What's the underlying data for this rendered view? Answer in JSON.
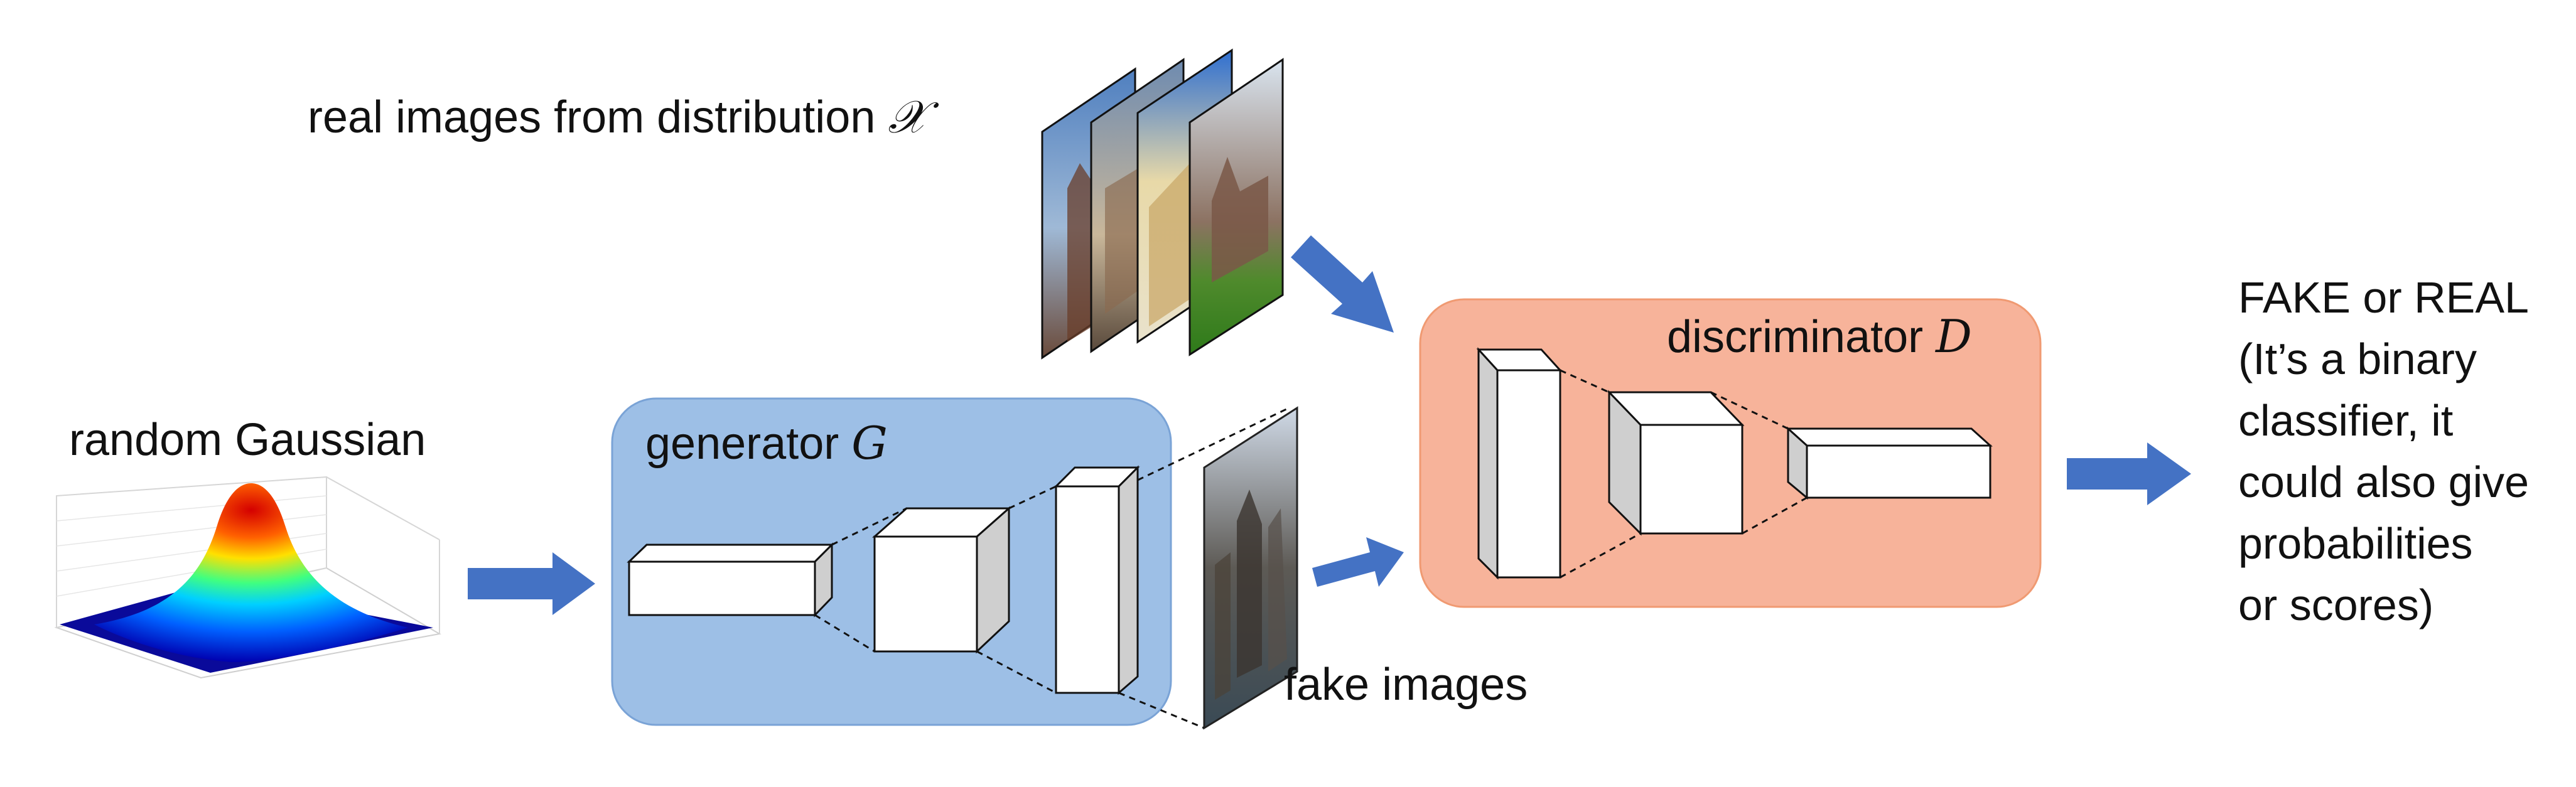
{
  "labels": {
    "real_images": "real images from distribution",
    "real_images_symbol": "𝒳",
    "random_gaussian": "random Gaussian",
    "generator": "generator",
    "generator_symbol": "G",
    "discriminator": "discriminator",
    "discriminator_symbol": "D",
    "fake_images": "fake images",
    "output_lines": [
      "FAKE or REAL",
      "(It’s a binary",
      "classifier, it",
      "could also give",
      "probabilities",
      "or scores)"
    ]
  },
  "colors": {
    "generator_fill": "#9dbfe6",
    "generator_stroke": "#7aa3d6",
    "discriminator_fill": "#f7b39a",
    "discriminator_stroke": "#f09a72",
    "arrow": "#4472c4"
  },
  "icons": {
    "gaussian": "gaussian-surface-icon",
    "real_photos": "building-photo-stack",
    "fake_photo": "building-photo"
  }
}
